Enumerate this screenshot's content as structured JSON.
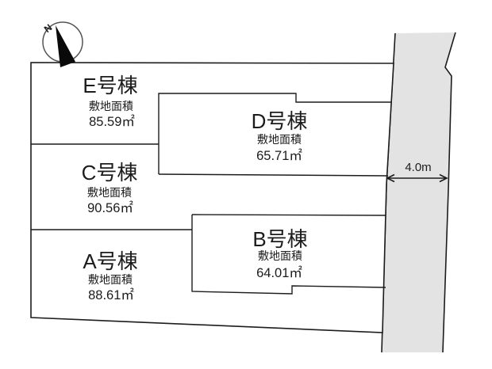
{
  "compass": {
    "north_label": "N"
  },
  "lots": {
    "e": {
      "name": "E号棟",
      "area_label": "敷地面積",
      "area": "85.59㎡"
    },
    "c": {
      "name": "C号棟",
      "area_label": "敷地面積",
      "area": "90.56㎡"
    },
    "a": {
      "name": "A号棟",
      "area_label": "敷地面積",
      "area": "88.61㎡"
    },
    "d": {
      "name": "D号棟",
      "area_label": "敷地面積",
      "area": "65.71㎡"
    },
    "b": {
      "name": "B号棟",
      "area_label": "敷地面積",
      "area": "64.01㎡"
    }
  },
  "road": {
    "width_label": "4.0m"
  },
  "colors": {
    "road_fill": "#e3e3e3",
    "line_color": "#1c1c1c",
    "background": "#ffffff"
  }
}
